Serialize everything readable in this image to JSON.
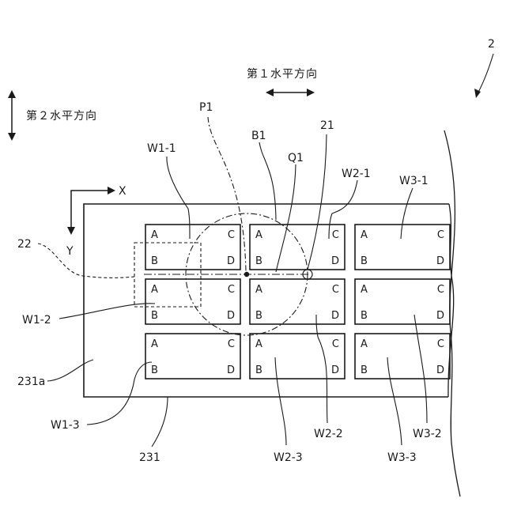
{
  "diagram": {
    "ref_main": "2",
    "dir1_label": "第１水平方向",
    "dir2_label": "第２水平方向",
    "axis_x": "X",
    "axis_y": "Y",
    "labels": {
      "p1": "P1",
      "b1": "B1",
      "q1": "Q1",
      "r21": "21",
      "r22": "22",
      "r231": "231",
      "r231a": "231a"
    },
    "wafers": [
      {
        "id": "W1-1",
        "corners": [
          "A",
          "B",
          "C",
          "D"
        ]
      },
      {
        "id": "W2-1",
        "corners": [
          "A",
          "B",
          "C",
          "D"
        ]
      },
      {
        "id": "W3-1",
        "corners": [
          "A",
          "B",
          "C",
          "D"
        ]
      },
      {
        "id": "W1-2",
        "corners": [
          "A",
          "B",
          "C",
          "D"
        ]
      },
      {
        "id": "W2-2",
        "corners": [
          "A",
          "B",
          "C",
          "D"
        ]
      },
      {
        "id": "W3-2",
        "corners": [
          "A",
          "B",
          "C",
          "D"
        ]
      },
      {
        "id": "W1-3",
        "corners": [
          "A",
          "B",
          "C",
          "D"
        ]
      },
      {
        "id": "W2-3",
        "corners": [
          "A",
          "B",
          "C",
          "D"
        ]
      },
      {
        "id": "W3-3",
        "corners": [
          "A",
          "B",
          "C",
          "D"
        ]
      }
    ]
  }
}
